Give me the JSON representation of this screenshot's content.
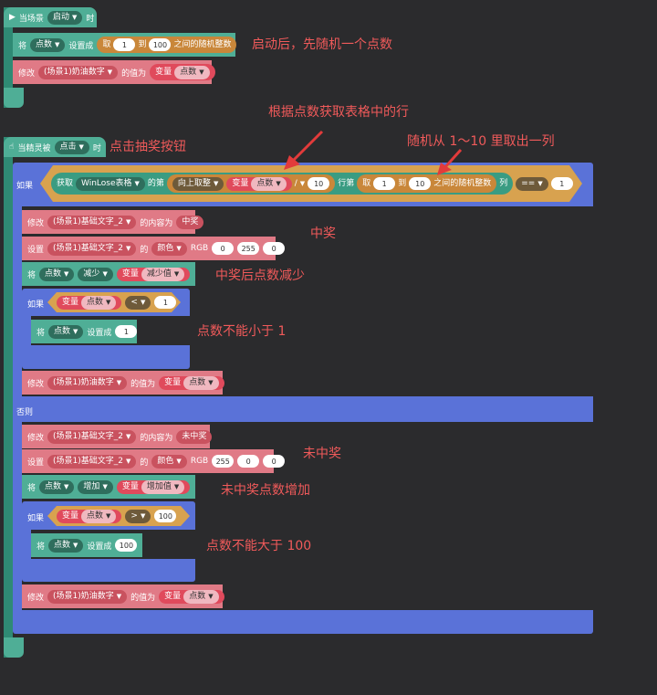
{
  "event1": {
    "prefix": "当场景",
    "dropdown": "启动",
    "suffix": "时"
  },
  "b1": {
    "verb": "将",
    "var": "点数",
    "action": "设置成",
    "t1": "取",
    "n1": "1",
    "t2": "到",
    "n2": "100",
    "t3": "之间的随机整数"
  },
  "b2": {
    "verb": "修改",
    "target": "(场景1)奶油数字",
    "mid": "的值为",
    "var_label": "变量",
    "var": "点数"
  },
  "event2": {
    "prefix": "当精灵被",
    "dropdown": "点击",
    "suffix": "时"
  },
  "if1": {
    "label": "如果",
    "get": "获取",
    "table": "WinLose表格",
    "mid": "的第",
    "round": "向上取整",
    "var_label": "变量",
    "var": "点数",
    "op": "/",
    "div": "10",
    "row": "行第",
    "t1": "取",
    "n1": "1",
    "t2": "到",
    "n2": "10",
    "t3": "之间的随机整数",
    "col": "列",
    "cmp": "==",
    "val": "1"
  },
  "w1": {
    "verb": "修改",
    "target": "(场景1)基础文字_2",
    "mid": "的内容为",
    "value": "中奖"
  },
  "w2": {
    "verb": "设置",
    "target": "(场景1)基础文字_2",
    "of": "的",
    "prop": "颜色",
    "rgb": "RGB",
    "r": "0",
    "g": "255",
    "b": "0"
  },
  "w3": {
    "verb": "将",
    "var": "点数",
    "action": "减少",
    "var_label": "变量",
    "value": "减少值"
  },
  "if2": {
    "label": "如果",
    "var_label": "变量",
    "var": "点数",
    "op": "<",
    "val": "1"
  },
  "w4": {
    "verb": "将",
    "var": "点数",
    "action": "设置成",
    "val": "1"
  },
  "w5": {
    "verb": "修改",
    "target": "(场景1)奶油数字",
    "mid": "的值为",
    "var_label": "变量",
    "var": "点数"
  },
  "else_label": "否则",
  "l1": {
    "verb": "修改",
    "target": "(场景1)基础文字_2",
    "mid": "的内容为",
    "value": "未中奖"
  },
  "l2": {
    "verb": "设置",
    "target": "(场景1)基础文字_2",
    "of": "的",
    "prop": "颜色",
    "rgb": "RGB",
    "r": "255",
    "g": "0",
    "b": "0"
  },
  "l3": {
    "verb": "将",
    "var": "点数",
    "action": "增加",
    "var_label": "变量",
    "value": "增加值"
  },
  "if3": {
    "label": "如果",
    "var_label": "变量",
    "var": "点数",
    "op": ">",
    "val": "100"
  },
  "l4": {
    "verb": "将",
    "var": "点数",
    "action": "设置成",
    "val": "100"
  },
  "l5": {
    "verb": "修改",
    "target": "(场景1)奶油数字",
    "mid": "的值为",
    "var_label": "变量",
    "var": "点数"
  },
  "annotations": {
    "a1": "启动后，先随机一个点数",
    "a2": "根据点数获取表格中的行",
    "a3": "随机从 1～10 里取出一列",
    "a4": "点击抽奖按钮",
    "a5": "中奖",
    "a6": "中奖后点数减少",
    "a7": "点数不能小于 1",
    "a8": "未中奖",
    "a9": "未中奖点数增加",
    "a10": "点数不能大于 100"
  }
}
